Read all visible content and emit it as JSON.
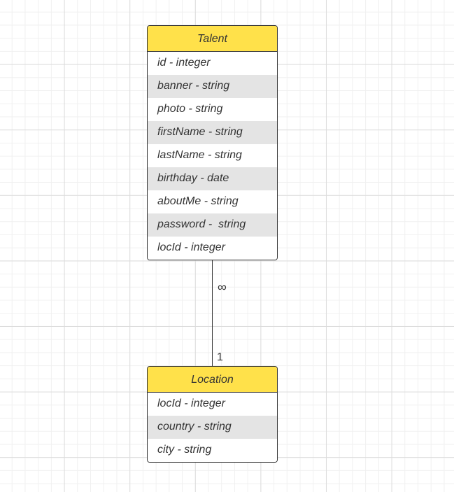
{
  "colors": {
    "header_fill": "#ffe14a",
    "border": "#333333",
    "stripe": "#e4e4e4"
  },
  "entities": {
    "talent": {
      "title": "Talent",
      "fields": [
        "id - integer",
        "banner - string",
        "photo - string",
        "firstName - string",
        "lastName - string",
        "birthday - date",
        "aboutMe - string",
        "password -  string",
        "locId - integer"
      ]
    },
    "location": {
      "title": "Location",
      "fields": [
        "locId - integer",
        "country - string",
        "city - string"
      ]
    }
  },
  "relationship": {
    "talent_side": "∞",
    "location_side": "1"
  }
}
